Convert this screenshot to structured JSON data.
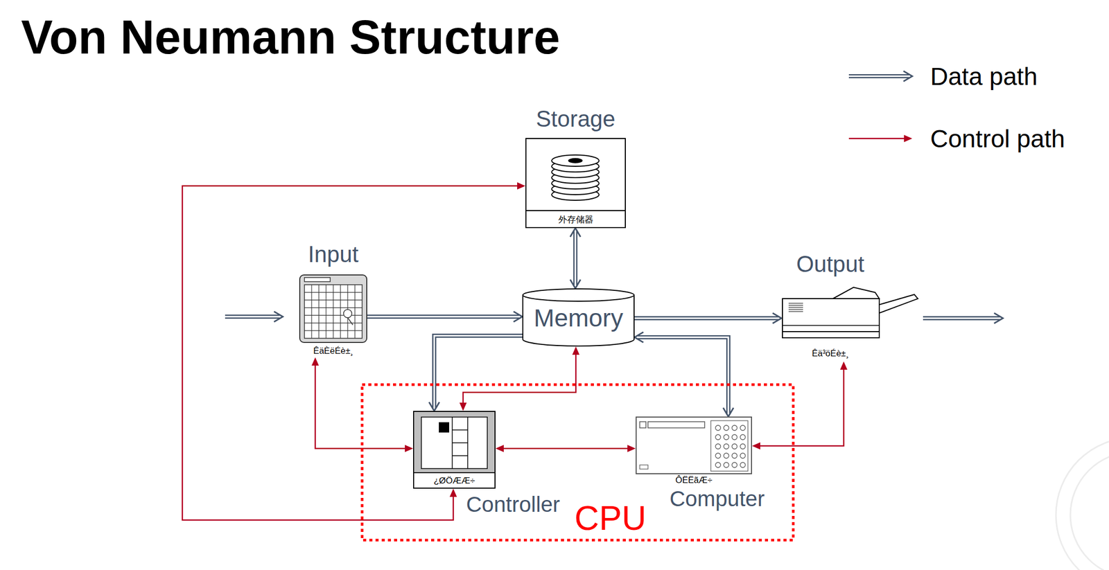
{
  "diagram": {
    "title": "Von Neumann Structure",
    "nodes": [
      {
        "text": [
          "Storage",
          "外存储器"
        ]
      },
      {
        "text": [
          "Input",
          "ÊäÈëÉè±¸"
        ]
      },
      {
        "text": [
          "Memory"
        ]
      },
      {
        "text": [
          "Output",
          "Êä³öÉè±¸"
        ]
      },
      {
        "text": [
          "CPU"
        ]
      },
      {
        "text": [
          "¿ØÖÆÆ÷",
          "Controller"
        ],
        "in": 4
      },
      {
        "text": [
          "ÔËËãÆ÷",
          "Computer"
        ],
        "in": 4
      }
    ],
    "edges": [
      {
        "from": 0,
        "to": 2,
        "arrow": "both"
      },
      {
        "from": 1,
        "to": 2,
        "arrow": "to"
      },
      {
        "from": 2,
        "to": 3,
        "arrow": "to"
      },
      {
        "from": 2,
        "to": 5,
        "arrow": "to"
      },
      {
        "from": 2,
        "to": 6,
        "arrow": "both"
      },
      {
        "from": 5,
        "to": 0,
        "arrow": "both"
      },
      {
        "from": 5,
        "to": 2,
        "arrow": "both"
      },
      {
        "from": 1,
        "to": 5,
        "arrow": "both"
      },
      {
        "from": 5,
        "to": 6,
        "arrow": "both"
      },
      {
        "from": 6,
        "to": 3,
        "arrow": "both"
      }
    ],
    "legend": [
      {
        "text": "Data path"
      },
      {
        "text": "Control path"
      }
    ]
  }
}
